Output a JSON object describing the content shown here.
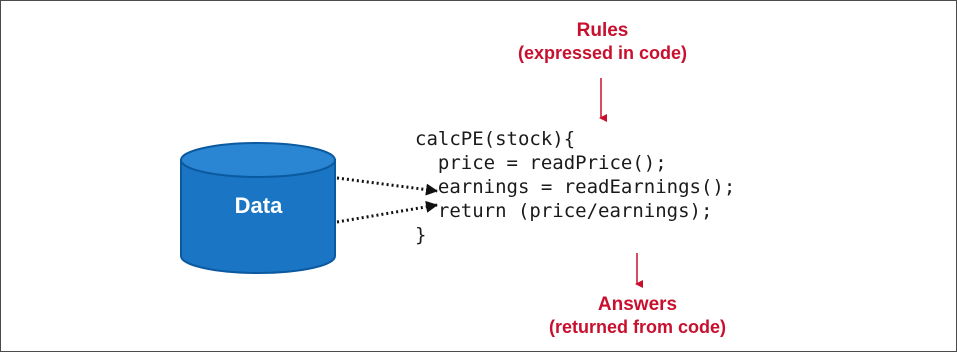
{
  "rules": {
    "title": "Rules",
    "subtitle": "(expressed in code)"
  },
  "answers": {
    "title": "Answers",
    "subtitle": "(returned from code)"
  },
  "data_store": {
    "label": "Data"
  },
  "code": {
    "lines": [
      "calcPE(stock){",
      "  price = readPrice();",
      "  earnings = readEarnings();",
      "  return (price/earnings);",
      "}"
    ]
  },
  "colors": {
    "accent": "#c8102e",
    "cylinder": "#1a75c4",
    "cylinder_dark": "#0b5aa0",
    "text": "#1a1a1a"
  }
}
